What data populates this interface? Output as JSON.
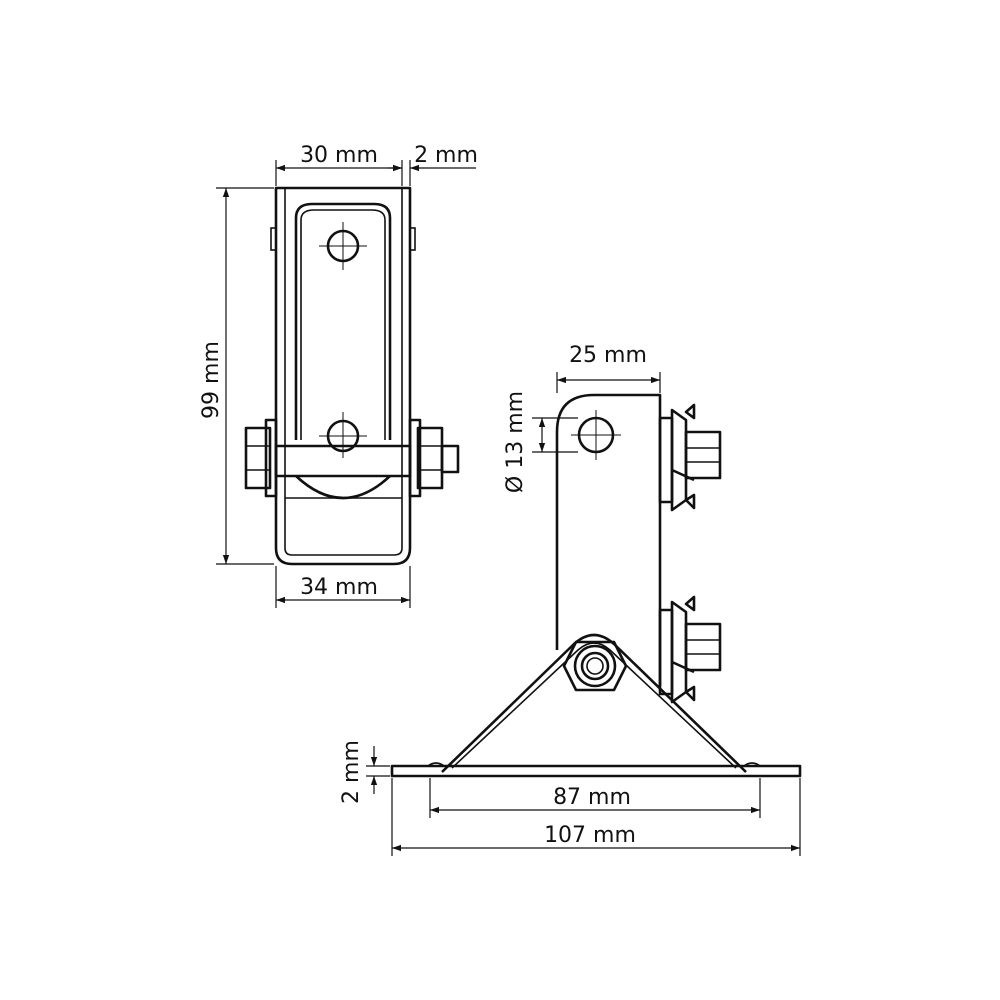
{
  "drawing": {
    "colors": {
      "line": "#111111",
      "background": "#ffffff"
    },
    "front_view": {
      "width_inner": "30 mm",
      "wall_thickness": "2 mm",
      "height": "99 mm",
      "width_outer": "34 mm"
    },
    "side_view": {
      "post_width": "25 mm",
      "hole_diameter": "Ø 13 mm",
      "base_thickness": "2 mm",
      "base_inner_length": "87 mm",
      "base_total_length": "107 mm"
    }
  }
}
